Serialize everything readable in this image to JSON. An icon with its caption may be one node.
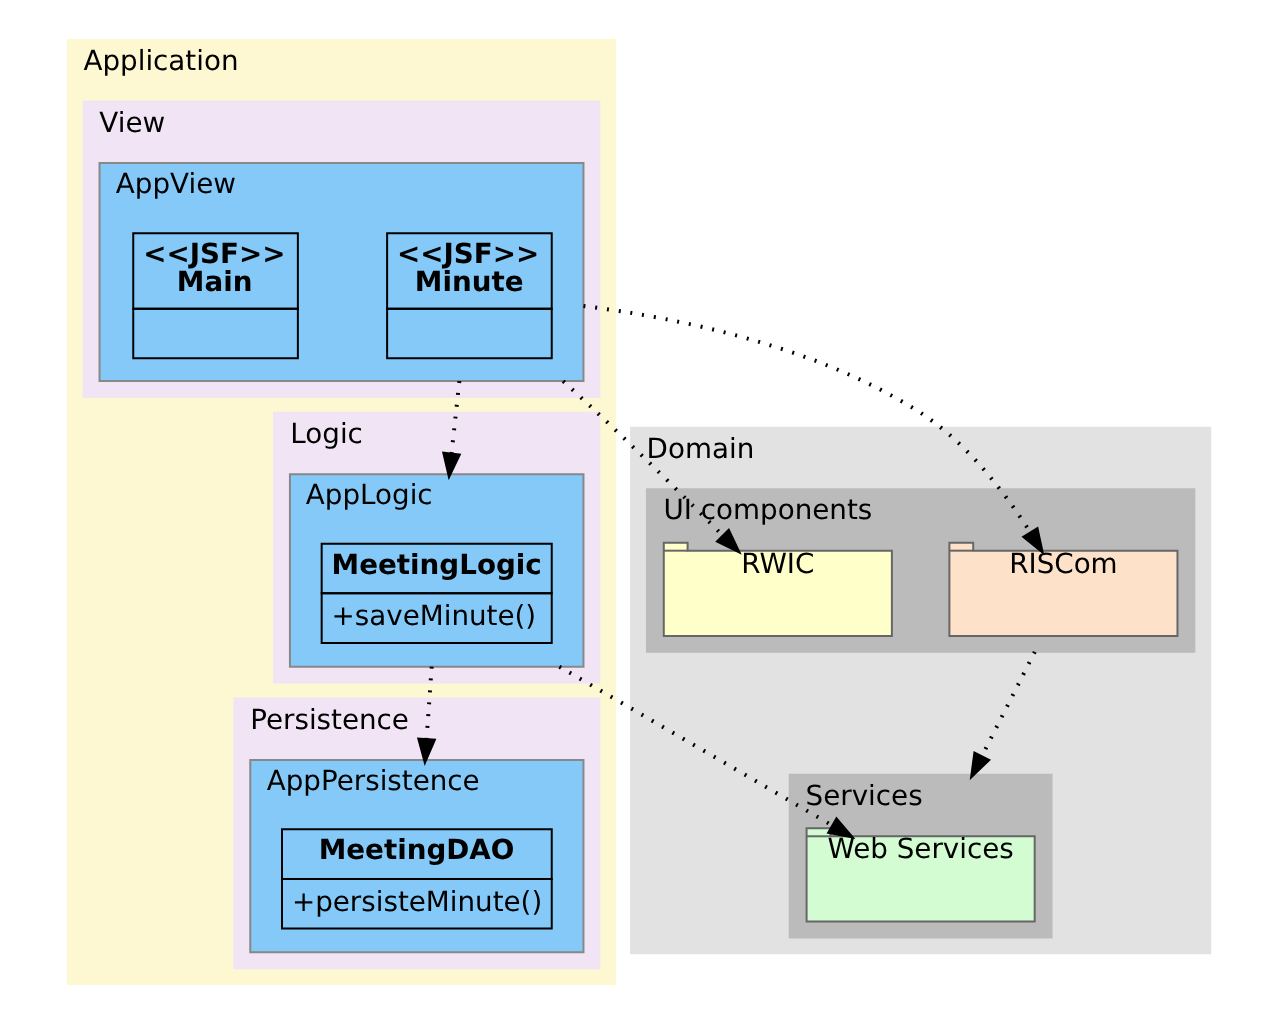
{
  "diagram": {
    "nodes": [
      {
        "text": [
          "Application"
        ]
      },
      {
        "text": [
          "View"
        ],
        "in": 0
      },
      {
        "text": [
          "AppView"
        ],
        "in": 1
      },
      {
        "text": [
          "<<JSF>>",
          "Minute"
        ],
        "in": 2
      },
      {
        "text": [
          "<<JSF>>",
          "Main"
        ],
        "in": 2
      },
      {
        "text": [
          "Logic"
        ],
        "in": 0
      },
      {
        "text": [
          "AppLogic"
        ],
        "in": 5
      },
      {
        "text": [
          "MeetingLogic",
          "+saveMinute()"
        ],
        "in": 6
      },
      {
        "text": [
          "Persistence"
        ],
        "in": 0
      },
      {
        "text": [
          "AppPersistence"
        ],
        "in": 8
      },
      {
        "text": [
          "MeetingDAO",
          "+persisteMinute()"
        ],
        "in": 9
      },
      {
        "text": [
          "Domain"
        ]
      },
      {
        "text": [
          "UI components"
        ],
        "in": 11
      },
      {
        "text": [
          "RISCom"
        ],
        "in": 12
      },
      {
        "text": [
          "RWIC"
        ],
        "in": 12
      },
      {
        "text": [
          "Services"
        ],
        "in": 11
      },
      {
        "text": [
          "Web Services"
        ],
        "in": 15
      }
    ],
    "edges": [
      {
        "from": 2,
        "to": 13,
        "arrow": "to",
        "style": "dashed"
      },
      {
        "from": 2,
        "to": 14,
        "arrow": "to",
        "style": "dashed"
      },
      {
        "from": 2,
        "to": 6,
        "arrow": "to",
        "style": "dashed"
      },
      {
        "from": 12,
        "to": 15,
        "arrow": "to",
        "style": "dashed"
      },
      {
        "from": 6,
        "to": 16,
        "arrow": "to",
        "style": "dashed"
      },
      {
        "from": 6,
        "to": 9,
        "arrow": "to",
        "style": "dashed"
      }
    ]
  }
}
